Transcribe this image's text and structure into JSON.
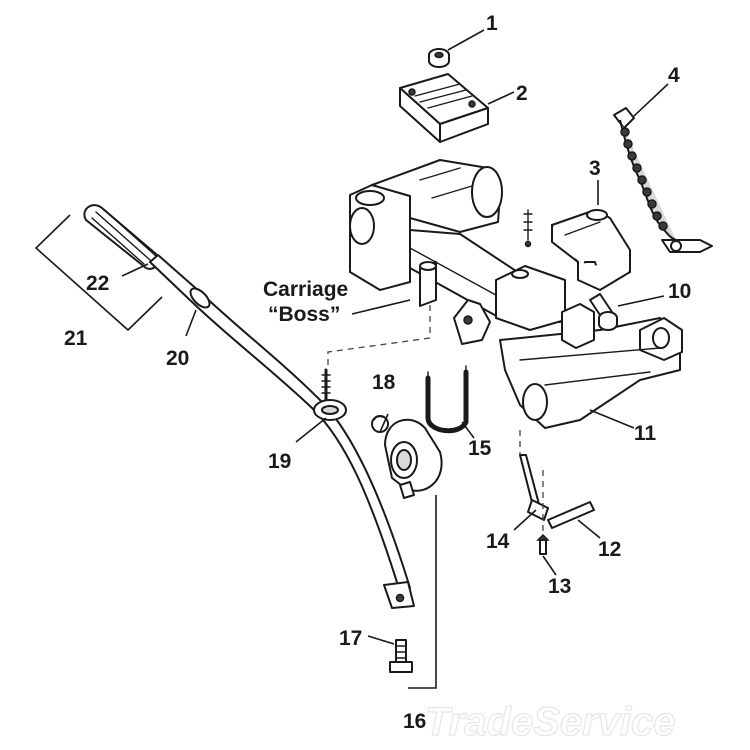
{
  "parts": [
    {
      "id": "p1",
      "number": "1"
    },
    {
      "id": "p2",
      "number": "2"
    },
    {
      "id": "p3",
      "number": "3"
    },
    {
      "id": "p4",
      "number": "4"
    },
    {
      "id": "p10",
      "number": "10"
    },
    {
      "id": "p11",
      "number": "11"
    },
    {
      "id": "p12",
      "number": "12"
    },
    {
      "id": "p13",
      "number": "13"
    },
    {
      "id": "p14",
      "number": "14"
    },
    {
      "id": "p15",
      "number": "15"
    },
    {
      "id": "p16",
      "number": "16"
    },
    {
      "id": "p17",
      "number": "17"
    },
    {
      "id": "p18",
      "number": "18"
    },
    {
      "id": "p19",
      "number": "19"
    },
    {
      "id": "p20",
      "number": "20"
    },
    {
      "id": "p21",
      "number": "21"
    },
    {
      "id": "p22",
      "number": "22"
    }
  ],
  "callout": {
    "line1": "Carriage",
    "line2": "“Boss”"
  },
  "watermark": "TradeService"
}
